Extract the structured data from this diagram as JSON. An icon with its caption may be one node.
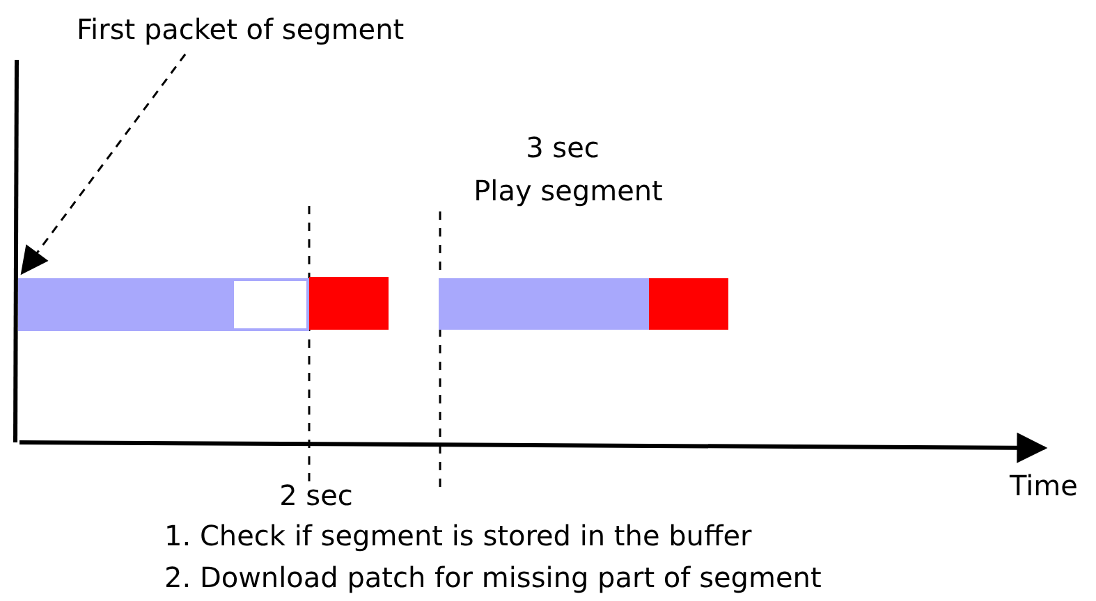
{
  "diagram": {
    "nodes": [
      {
        "text": [
          "First packet of segment"
        ]
      },
      {
        "text": [],
        "shape": "bar"
      },
      {
        "text": [],
        "shape": "box"
      },
      {
        "text": [],
        "shape": "bar"
      },
      {
        "text": [],
        "shape": "bar"
      },
      {
        "text": [],
        "shape": "bar"
      }
    ],
    "edges": [
      {
        "from": 0,
        "to": 1,
        "arrow": "to",
        "style": "dashed"
      }
    ],
    "labels": [
      "3 sec",
      "Play segment",
      "2 sec",
      "1. Check if segment is stored in the buffer",
      "2. Download patch for missing part of segment",
      "Time"
    ]
  }
}
